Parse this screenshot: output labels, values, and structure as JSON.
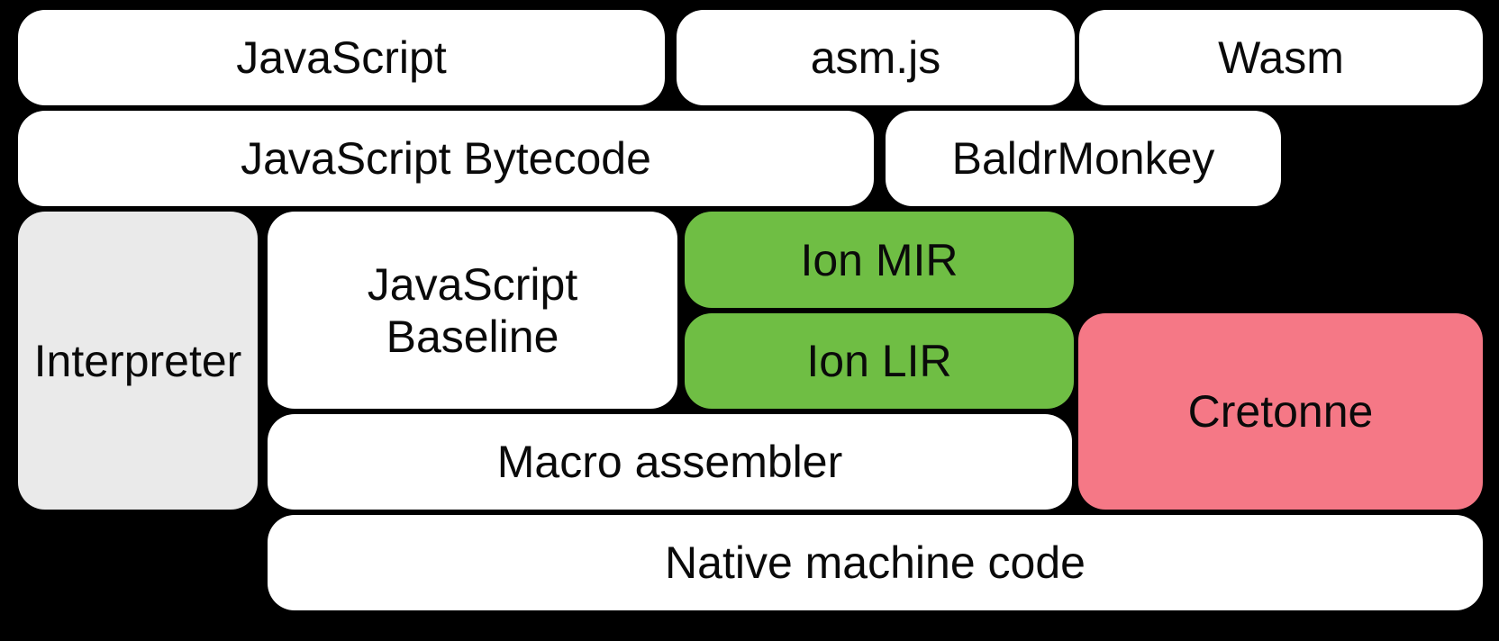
{
  "colors": {
    "background": "#000000",
    "box_white": "#ffffff",
    "box_gray": "#eaeaea",
    "box_green": "#6fbe44",
    "box_pink": "#f57886",
    "text": "#0a0a0a"
  },
  "nodes": {
    "javascript": {
      "label": "JavaScript"
    },
    "asmjs": {
      "label": "asm.js"
    },
    "wasm": {
      "label": "Wasm"
    },
    "bytecode": {
      "label": "JavaScript Bytecode"
    },
    "baldrmonkey": {
      "label": "BaldrMonkey"
    },
    "interpreter": {
      "label": "Interpreter"
    },
    "baseline": {
      "label": "JavaScript\nBaseline"
    },
    "ion_mir": {
      "label": "Ion MIR"
    },
    "ion_lir": {
      "label": "Ion LIR"
    },
    "cretonne": {
      "label": "Cretonne"
    },
    "macro_assembler": {
      "label": "Macro assembler"
    },
    "native_machine_code": {
      "label": "Native machine code"
    }
  }
}
